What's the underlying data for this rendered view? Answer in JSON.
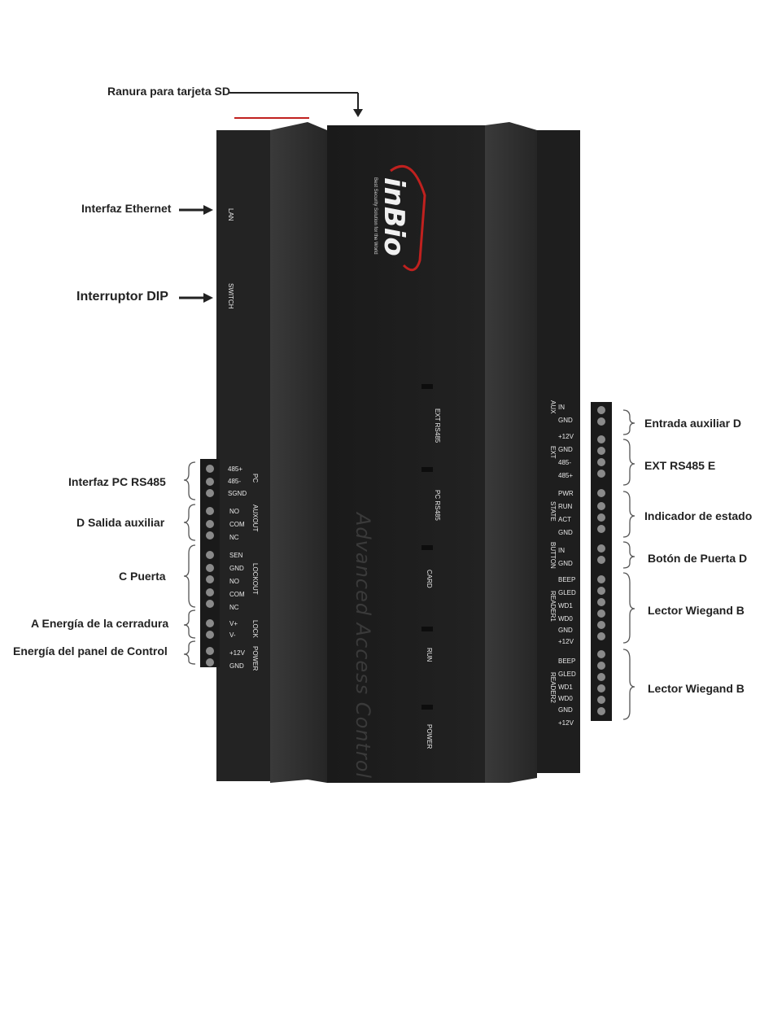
{
  "callouts": {
    "sd_slot": "Ranura para tarjeta SD",
    "ethernet": "Interfaz Ethernet",
    "dip_switch": "Interruptor DIP",
    "pc_rs485": "Interfaz PC RS485",
    "aux_out": "D  Salida auxiliar",
    "door": "C  Puerta",
    "lock_power": "A Energía de la cerradura",
    "panel_power": "Energía del panel de Control",
    "aux_in": "Entrada auxiliar D",
    "ext_rs485": "EXT RS485 E",
    "state_indicator": "Indicador de estado",
    "door_button": "Botón de Puerta D",
    "reader1": "Lector Wiegand B",
    "reader2": "Lector Wiegand B"
  },
  "device": {
    "brand": "inBio",
    "tagline": "Best Security Solution for the World",
    "model_text": "Advanced Access Control",
    "port_lan": "LAN",
    "port_switch": "SWITCH",
    "leds": [
      "EXT RS485",
      "PC RS485",
      "CARD",
      "RUN",
      "POWER"
    ]
  },
  "left_terminals": {
    "pc": {
      "title": "PC",
      "pins": [
        "485+",
        "485-",
        "SGND"
      ]
    },
    "auxout": {
      "title": "AUXOUT",
      "pins": [
        "NO",
        "COM",
        "NC"
      ]
    },
    "lockout": {
      "title": "LOCKOUT",
      "pins": [
        "SEN",
        "GND",
        "NO",
        "COM",
        "NC"
      ]
    },
    "lock": {
      "title": "LOCK",
      "pins": [
        "V+",
        "V-"
      ]
    },
    "power": {
      "title": "POWER",
      "pins": [
        "+12V",
        "GND"
      ]
    }
  },
  "right_terminals": {
    "aux": {
      "title": "AUX",
      "pins": [
        "IN",
        "GND"
      ]
    },
    "ext": {
      "title": "EXT",
      "pins": [
        "+12V",
        "GND",
        "485-",
        "485+"
      ]
    },
    "state": {
      "title": "STATE",
      "pins": [
        "PWR",
        "RUN",
        "ACT",
        "GND"
      ]
    },
    "button": {
      "title": "BUTTON",
      "pins": [
        "IN",
        "GND"
      ]
    },
    "reader1": {
      "title": "READER1",
      "pins": [
        "BEEP",
        "GLED",
        "WD1",
        "WD0",
        "GND",
        "+12V"
      ]
    },
    "reader2": {
      "title": "READER2",
      "pins": [
        "BEEP",
        "GLED",
        "WD1",
        "WD0",
        "GND",
        "+12V"
      ]
    }
  },
  "colors": {
    "device_dark": "#1b1b1b",
    "device_mid": "#2a2a2a",
    "accent_red": "#c0211f"
  }
}
